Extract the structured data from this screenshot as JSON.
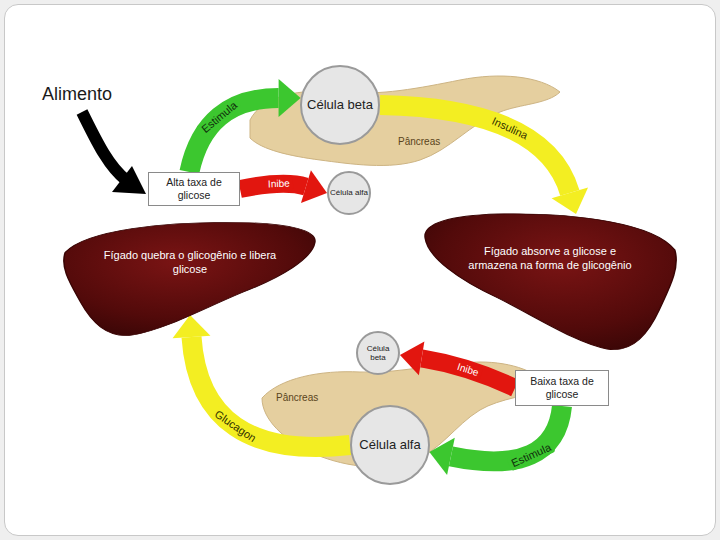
{
  "diagram": {
    "nodes": [
      {
        "text": [
          "Alta taxa de glicose"
        ]
      },
      {
        "text": [
          "Célula beta"
        ]
      },
      {
        "text": [
          "Célula alfa"
        ]
      },
      {
        "text": [
          "Fígado absorve a glicose e armazena na forma de glicogênio"
        ]
      },
      {
        "text": [
          "Baixa taxa de glicose"
        ]
      },
      {
        "text": [
          "Célula alfa"
        ]
      },
      {
        "text": [
          "Célula beta"
        ]
      },
      {
        "text": [
          "Fígado quebra o glicogênio e libera glicose"
        ]
      }
    ],
    "edges": [
      {
        "from": 0,
        "to": 1,
        "arrow": "to",
        "label": "Estimula"
      },
      {
        "from": 0,
        "to": 2,
        "arrow": "to",
        "label": "Inibe"
      },
      {
        "from": 1,
        "to": 3,
        "arrow": "to",
        "label": "Insulina"
      },
      {
        "from": 4,
        "to": 5,
        "arrow": "to",
        "label": "Estimula"
      },
      {
        "from": 4,
        "to": 6,
        "arrow": "to",
        "label": "Inibe"
      },
      {
        "from": 5,
        "to": 7,
        "arrow": "to",
        "label": "Glucagon"
      }
    ],
    "labels": [
      "Alimento",
      "Pâncreas",
      "Pâncreas"
    ]
  }
}
